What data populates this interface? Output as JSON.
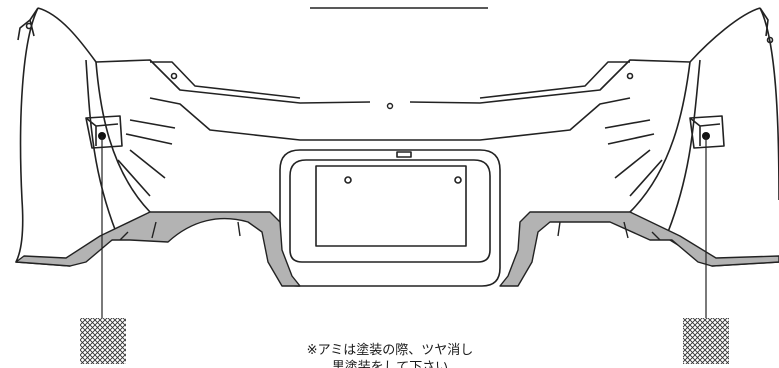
{
  "note": {
    "line1": "※アミは塗装の際、ツヤ消し",
    "line2": "黒塗装をして下さい"
  },
  "colors": {
    "outline": "#222222",
    "undercover_fill": "#b3b3b3",
    "hatch": "#333333",
    "background": "#ffffff"
  },
  "icons": {
    "hatch_pattern": "crosshatch-swatch"
  }
}
